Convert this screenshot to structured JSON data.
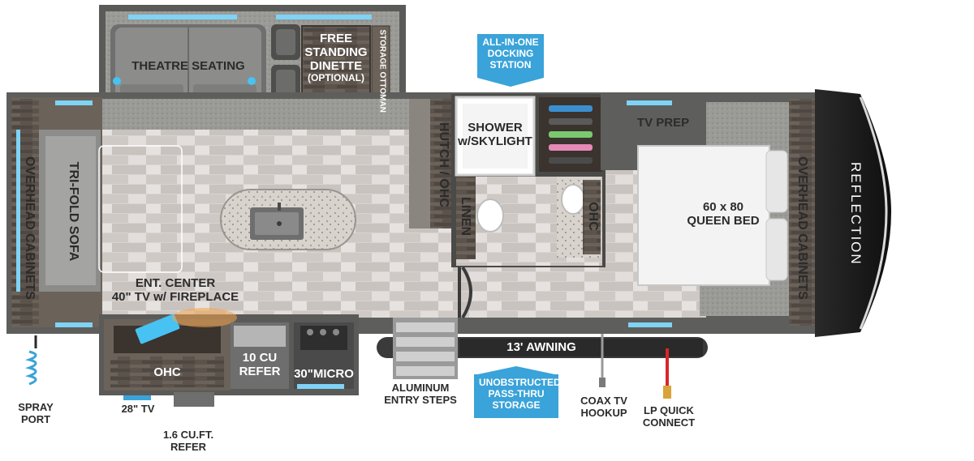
{
  "brand": "REFLECTION",
  "rooms": {
    "theatre_seating": "THEATRE SEATING",
    "dinette": [
      "FREE",
      "STANDING",
      "DINETTE",
      "(OPTIONAL)"
    ],
    "storage_ottoman": "STORAGE OTTOMAN",
    "overhead_cabinets_left": "OVERHEAD CABINETS",
    "tri_fold_sofa": "TRI-FOLD SOFA",
    "hutch_ohc": "HUTCH / OHC",
    "shower": [
      "SHOWER",
      "w/SKYLIGHT"
    ],
    "linen": "LINEN",
    "ohc_bath": "OHC",
    "tv_prep": "TV PREP",
    "bed": [
      "60 x 80",
      "QUEEN BED"
    ],
    "overhead_cabinets_right": "OVERHEAD CABINETS",
    "ent_center": [
      "ENT. CENTER",
      "40\" TV w/ FIREPLACE"
    ],
    "ohc_kitchen": "OHC",
    "refer": [
      "10 CU",
      "REFER"
    ],
    "micro": "30\"MICRO"
  },
  "callouts": {
    "docking": [
      "ALL-IN-ONE",
      "DOCKING",
      "STATION"
    ],
    "pass_thru": [
      "UNOBSTRUCTED",
      "PASS-THRU",
      "STORAGE"
    ]
  },
  "exterior": {
    "awning": "13' AWNING",
    "spray_port": [
      "SPRAY",
      "PORT"
    ],
    "tv28": "28\" TV",
    "refer16": [
      "1.6 CU.FT.",
      "REFER"
    ],
    "entry_steps": [
      "ALUMINUM",
      "ENTRY STEPS"
    ],
    "coax": [
      "COAX TV",
      "HOOKUP"
    ],
    "lp": [
      "LP QUICK",
      "CONNECT"
    ]
  }
}
